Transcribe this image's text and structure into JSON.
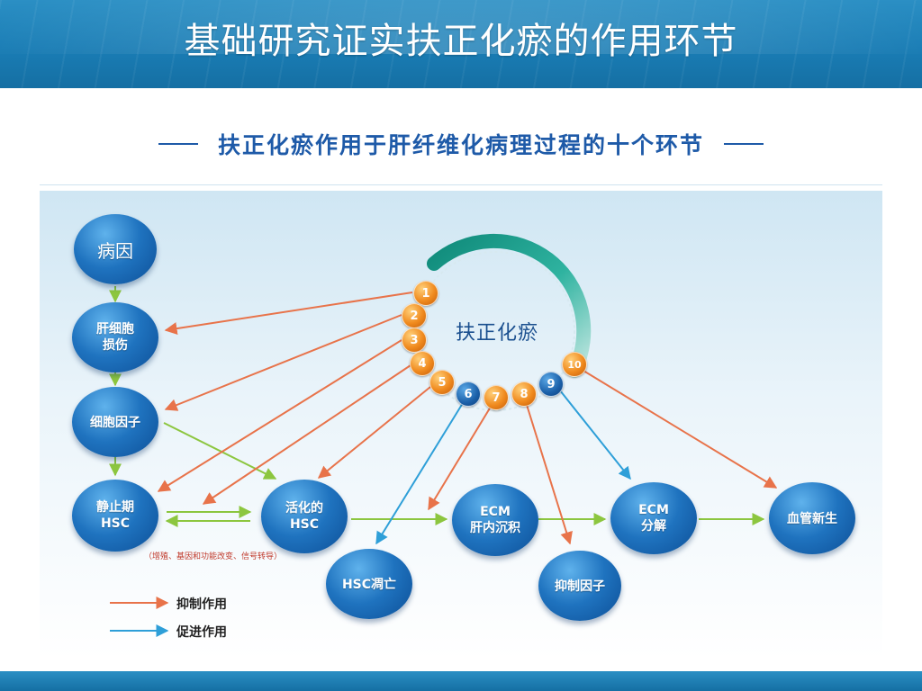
{
  "slide": {
    "title": "基础研究证实扶正化瘀的作用环节"
  },
  "diagram": {
    "subtitle": "扶正化瘀作用于肝纤维化病理过程的十个环节",
    "center_label": "扶正化瘀",
    "nodes": {
      "cause": "病因",
      "liver_injury": "肝细胞\n损伤",
      "cytokines": "细胞因子",
      "quiescent_hsc": "静止期\nHSC",
      "activated_hsc": "活化的\nHSC",
      "ecm_deposition": "ECM\n肝内沉积",
      "ecm_degradation": "ECM\n分解",
      "angiogenesis": "血管新生",
      "hsc_apoptosis": "HSC凋亡",
      "inhibitors": "抑制因子"
    },
    "annotation": "（增殖、基因和功能改变、信号转导）",
    "steps": [
      "1",
      "2",
      "3",
      "4",
      "5",
      "6",
      "7",
      "8",
      "9",
      "10"
    ],
    "legend": {
      "inhibit": "抑制作用",
      "promote": "促进作用"
    },
    "colors": {
      "inhibit": "#e8734a",
      "promote": "#2e9fd8",
      "flow": "#8cc63f"
    }
  }
}
